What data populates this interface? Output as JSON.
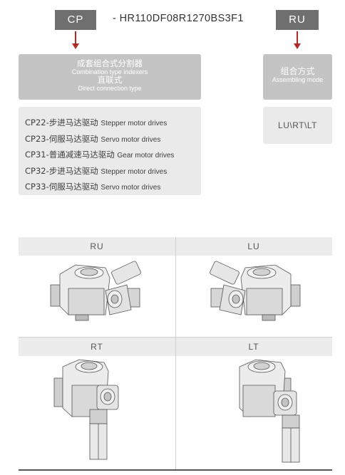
{
  "header": {
    "cp_tag": "CP",
    "model_code": "-  HR110DF08R1270BS3F1",
    "ru_tag": "RU"
  },
  "type_box": {
    "cn1": "成套组合式分割器",
    "en1": "Combination type indexers",
    "cn2": "直联式",
    "en2": "Direct connection type"
  },
  "assembly_box": {
    "cn": "组合方式",
    "en": "Assembling mode"
  },
  "drives": [
    {
      "code": "CP22-步进马达驱动",
      "en": "Stepper motor drives"
    },
    {
      "code": "CP23-伺服马达驱动",
      "en": "Servo motor drives"
    },
    {
      "code": "CP31-普通减速马达驱动",
      "en": "Gear motor drives"
    },
    {
      "code": "CP32-步进马达驱动",
      "en": "Stepper motor drives"
    },
    {
      "code": "CP33-伺服马达驱动",
      "en": "Servo motor drives"
    }
  ],
  "modes_text": "LU\\RT\\LT",
  "grid": {
    "ru": "RU",
    "lu": "LU",
    "rt": "RT",
    "lt": "LT"
  },
  "colors": {
    "tag": "#6f6f6f",
    "arrow": "#b02a2a",
    "dark_box": "#c4c4c4",
    "light_box": "#eaeaea"
  }
}
